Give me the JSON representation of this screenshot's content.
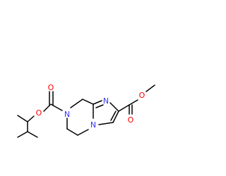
{
  "structure": {
    "colors": {
      "bond": "#000000",
      "oxygen": "#ff0000",
      "nitrogen": "#3333ff",
      "background": "#ffffff"
    },
    "atoms": {
      "o_boc_carbonyl": "O",
      "o_boc_ether": "O",
      "n_piperazine": "N",
      "n_imidazole_ring": "N",
      "n_imidazole_bridge": "N",
      "o_ester_carbonyl": "O",
      "o_ester_ether": "O"
    }
  }
}
